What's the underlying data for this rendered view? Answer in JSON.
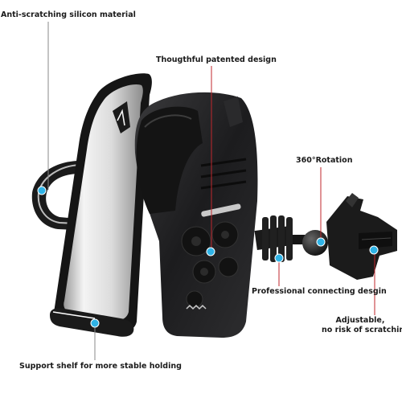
{
  "callouts": {
    "anti_scratching": "Anti-scratching silicon material",
    "thoughtful_design": "Thougthful patented design",
    "rotation": "360°Rotation",
    "professional_connecting": "Professional connecting desgin",
    "adjustable_line1": "Adjustable,",
    "adjustable_line2": "no risk of scratching",
    "support_shelf": "Support shelf for more stable holding"
  },
  "colors": {
    "background": "#ffffff",
    "callout_dot": "#2fb3e6",
    "leader_line": "#c1272d",
    "body_black": "#1c1c1e",
    "plate_silver": "#d9d9d9"
  },
  "icons": {
    "logo": "triangle-A-logo"
  }
}
